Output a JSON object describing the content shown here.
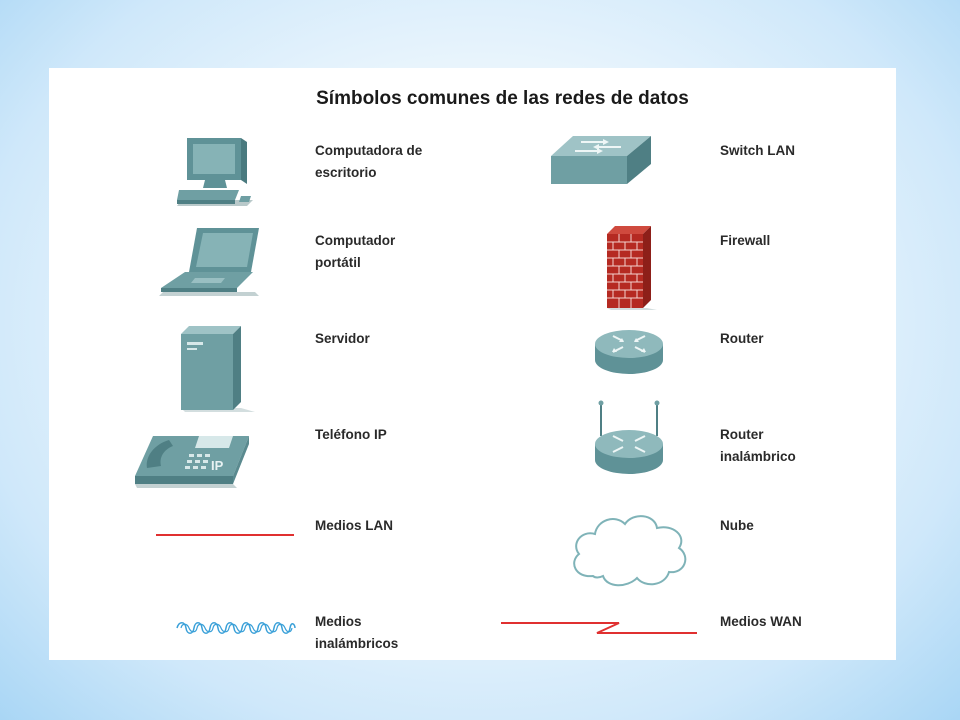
{
  "title": "Símbolos comunes de las redes de datos",
  "symbols": {
    "desktop": {
      "line1": "Computadora de",
      "line2": "escritorio"
    },
    "laptop": {
      "line1": "Computador",
      "line2": "portátil"
    },
    "server": {
      "line1": "Servidor"
    },
    "ip_phone": {
      "line1": "Teléfono IP",
      "icon_text": "IP"
    },
    "lan_media": {
      "line1": "Medios LAN"
    },
    "wireless_media": {
      "line1": "Medios",
      "line2": "inalámbricos"
    },
    "switch": {
      "line1": "Switch LAN"
    },
    "firewall": {
      "line1": "Firewall"
    },
    "router": {
      "line1": "Router"
    },
    "wireless_router": {
      "line1": "Router",
      "line2": "inalámbrico"
    },
    "cloud": {
      "line1": "Nube"
    },
    "wan_media": {
      "line1": "Medios WAN"
    }
  },
  "colors": {
    "device_teal": "#6f9fa3",
    "device_dark": "#4f7f84",
    "device_light": "#a9cacc",
    "lan_red": "#e03030",
    "wireless_blue": "#3aa0d8",
    "firewall_red": "#b52a22",
    "cloud_stroke": "#7fb3b8"
  }
}
